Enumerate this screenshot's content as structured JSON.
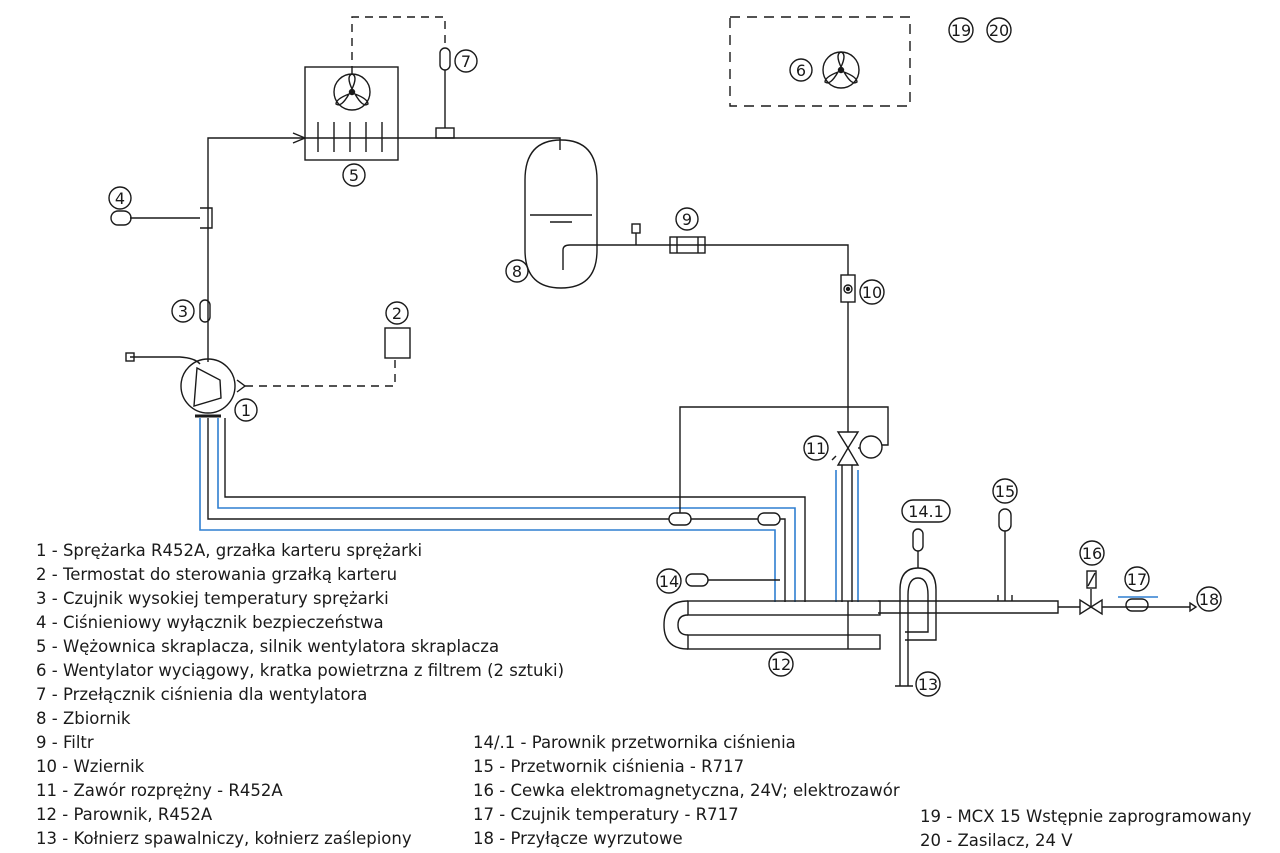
{
  "markers": {
    "m1": "1",
    "m2": "2",
    "m3": "3",
    "m4": "4",
    "m5": "5",
    "m6": "6",
    "m7": "7",
    "m8": "8",
    "m9": "9",
    "m10": "10",
    "m11": "11",
    "m12": "12",
    "m13": "13",
    "m14": "14",
    "m14_1": "14.1",
    "m15": "15",
    "m16": "16",
    "m17": "17",
    "m18": "18",
    "m19": "19",
    "m20": "20"
  },
  "legend_left": [
    "1 - Sprężarka R452A, grzałka karteru sprężarki",
    "2 - Termostat do sterowania grzałką karteru",
    "3 - Czujnik wysokiej temperatury sprężarki",
    "4 - Ciśnieniowy wyłącznik bezpieczeństwa",
    "5 - Wężownica skraplacza, silnik wentylatora skraplacza",
    "6 - Wentylator wyciągowy, kratka powietrzna z filtrem (2 sztuki)",
    "7 - Przełącznik ciśnienia dla wentylatora",
    "8 - Zbiornik",
    "9 - Filtr",
    "10 - Wziernik",
    "11 - Zawór rozprężny - R452A",
    "12 - Parownik, R452A",
    "13 - Kołnierz spawalniczy, kołnierz zaślepiony"
  ],
  "legend_middle": [
    "14/.1 - Parownik przetwornika ciśnienia",
    "15 - Przetwornik ciśnienia - R717",
    "16 - Cewka elektromagnetyczna, 24V; elektrozawór",
    "17 - Czujnik temperatury - R717",
    "18 - Przyłącze wyrzutowe"
  ],
  "legend_right": [
    "19 - MCX 15 Wstępnie zaprogramowany",
    "20 - Zasilacz, 24 V"
  ],
  "colors": {
    "line": "#1a1a1a",
    "suction": "#2f7fd0"
  }
}
